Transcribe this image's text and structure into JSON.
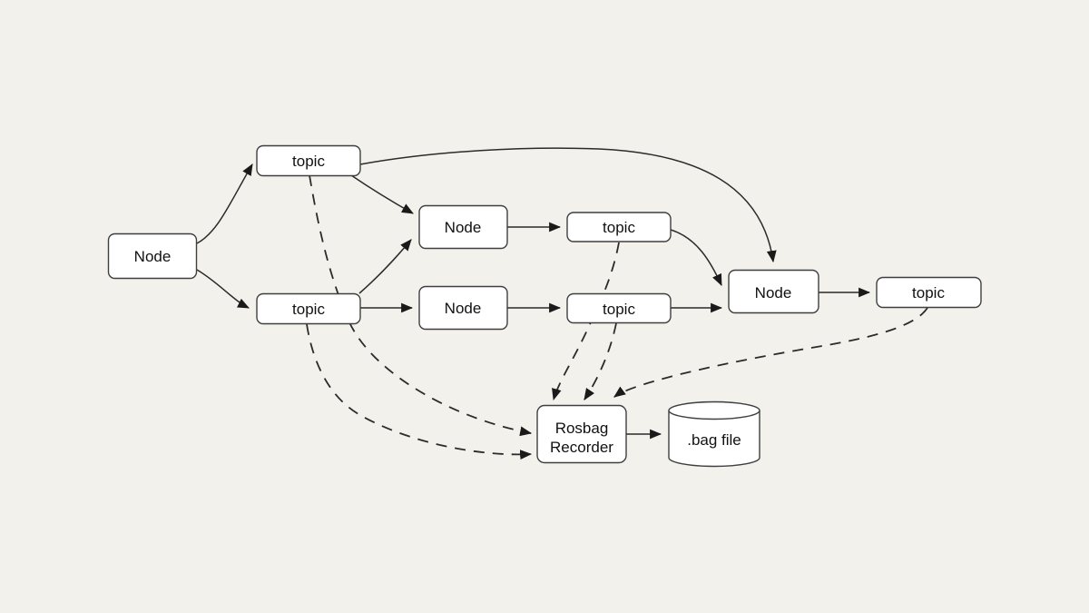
{
  "diagram": {
    "description": "Flow diagram of ROS nodes publishing topics recorded by a Rosbag Recorder into a .bag file",
    "colors": {
      "background": "#f2f1ec",
      "box_fill": "#ffffff",
      "box_border": "#3f3f3f",
      "line": "#2b2b2b",
      "text": "#111111"
    },
    "nodes": {
      "node_left": {
        "label": "Node",
        "shape": "rounded-rect"
      },
      "topic_top": {
        "label": "topic",
        "shape": "rounded-rect"
      },
      "topic_mid": {
        "label": "topic",
        "shape": "rounded-rect"
      },
      "node_upper": {
        "label": "Node",
        "shape": "rounded-rect"
      },
      "node_lower": {
        "label": "Node",
        "shape": "rounded-rect"
      },
      "topic_upper": {
        "label": "topic",
        "shape": "rounded-rect"
      },
      "topic_lower": {
        "label": "topic",
        "shape": "rounded-rect"
      },
      "node_right": {
        "label": "Node",
        "shape": "rounded-rect"
      },
      "topic_right": {
        "label": "topic",
        "shape": "rounded-rect"
      },
      "rosbag_recorder": {
        "label": "Rosbag Recorder",
        "lines": [
          "Rosbag",
          "Recorder"
        ],
        "shape": "rounded-rect"
      },
      "bag_file": {
        "label": ".bag file",
        "shape": "cylinder"
      }
    },
    "edges": [
      {
        "from": "node_left",
        "to": "topic_top",
        "style": "solid"
      },
      {
        "from": "node_left",
        "to": "topic_mid",
        "style": "solid"
      },
      {
        "from": "topic_top",
        "to": "node_upper",
        "style": "solid"
      },
      {
        "from": "topic_top",
        "to": "node_right",
        "style": "solid"
      },
      {
        "from": "topic_mid",
        "to": "node_upper",
        "style": "solid"
      },
      {
        "from": "topic_mid",
        "to": "node_lower",
        "style": "solid"
      },
      {
        "from": "node_upper",
        "to": "topic_upper",
        "style": "solid"
      },
      {
        "from": "node_lower",
        "to": "topic_lower",
        "style": "solid"
      },
      {
        "from": "topic_upper",
        "to": "node_right",
        "style": "solid"
      },
      {
        "from": "topic_lower",
        "to": "node_right",
        "style": "solid"
      },
      {
        "from": "node_right",
        "to": "topic_right",
        "style": "solid"
      },
      {
        "from": "rosbag_recorder",
        "to": "bag_file",
        "style": "solid"
      },
      {
        "from": "topic_top",
        "to": "rosbag_recorder",
        "style": "dashed"
      },
      {
        "from": "topic_mid",
        "to": "rosbag_recorder",
        "style": "dashed"
      },
      {
        "from": "topic_upper",
        "to": "rosbag_recorder",
        "style": "dashed"
      },
      {
        "from": "topic_lower",
        "to": "rosbag_recorder",
        "style": "dashed"
      },
      {
        "from": "topic_right",
        "to": "rosbag_recorder",
        "style": "dashed"
      }
    ]
  }
}
